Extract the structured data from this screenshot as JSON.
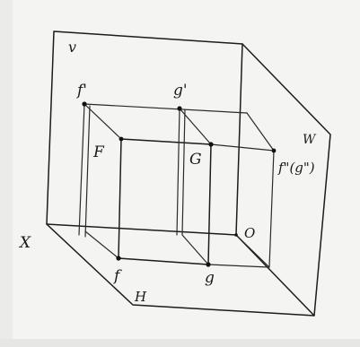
{
  "labels": {
    "v": "v",
    "w": "W",
    "x": "X",
    "h": "H",
    "o": "O",
    "f_upper": "F",
    "g_upper": "G",
    "f_prime": "f'",
    "g_prime": "g'",
    "f_h": "f",
    "g_h": "g",
    "f_dprime": "f\"(g\")"
  },
  "colors": {
    "ink": "#1c1c1c",
    "paper": "#f4f4f2"
  }
}
